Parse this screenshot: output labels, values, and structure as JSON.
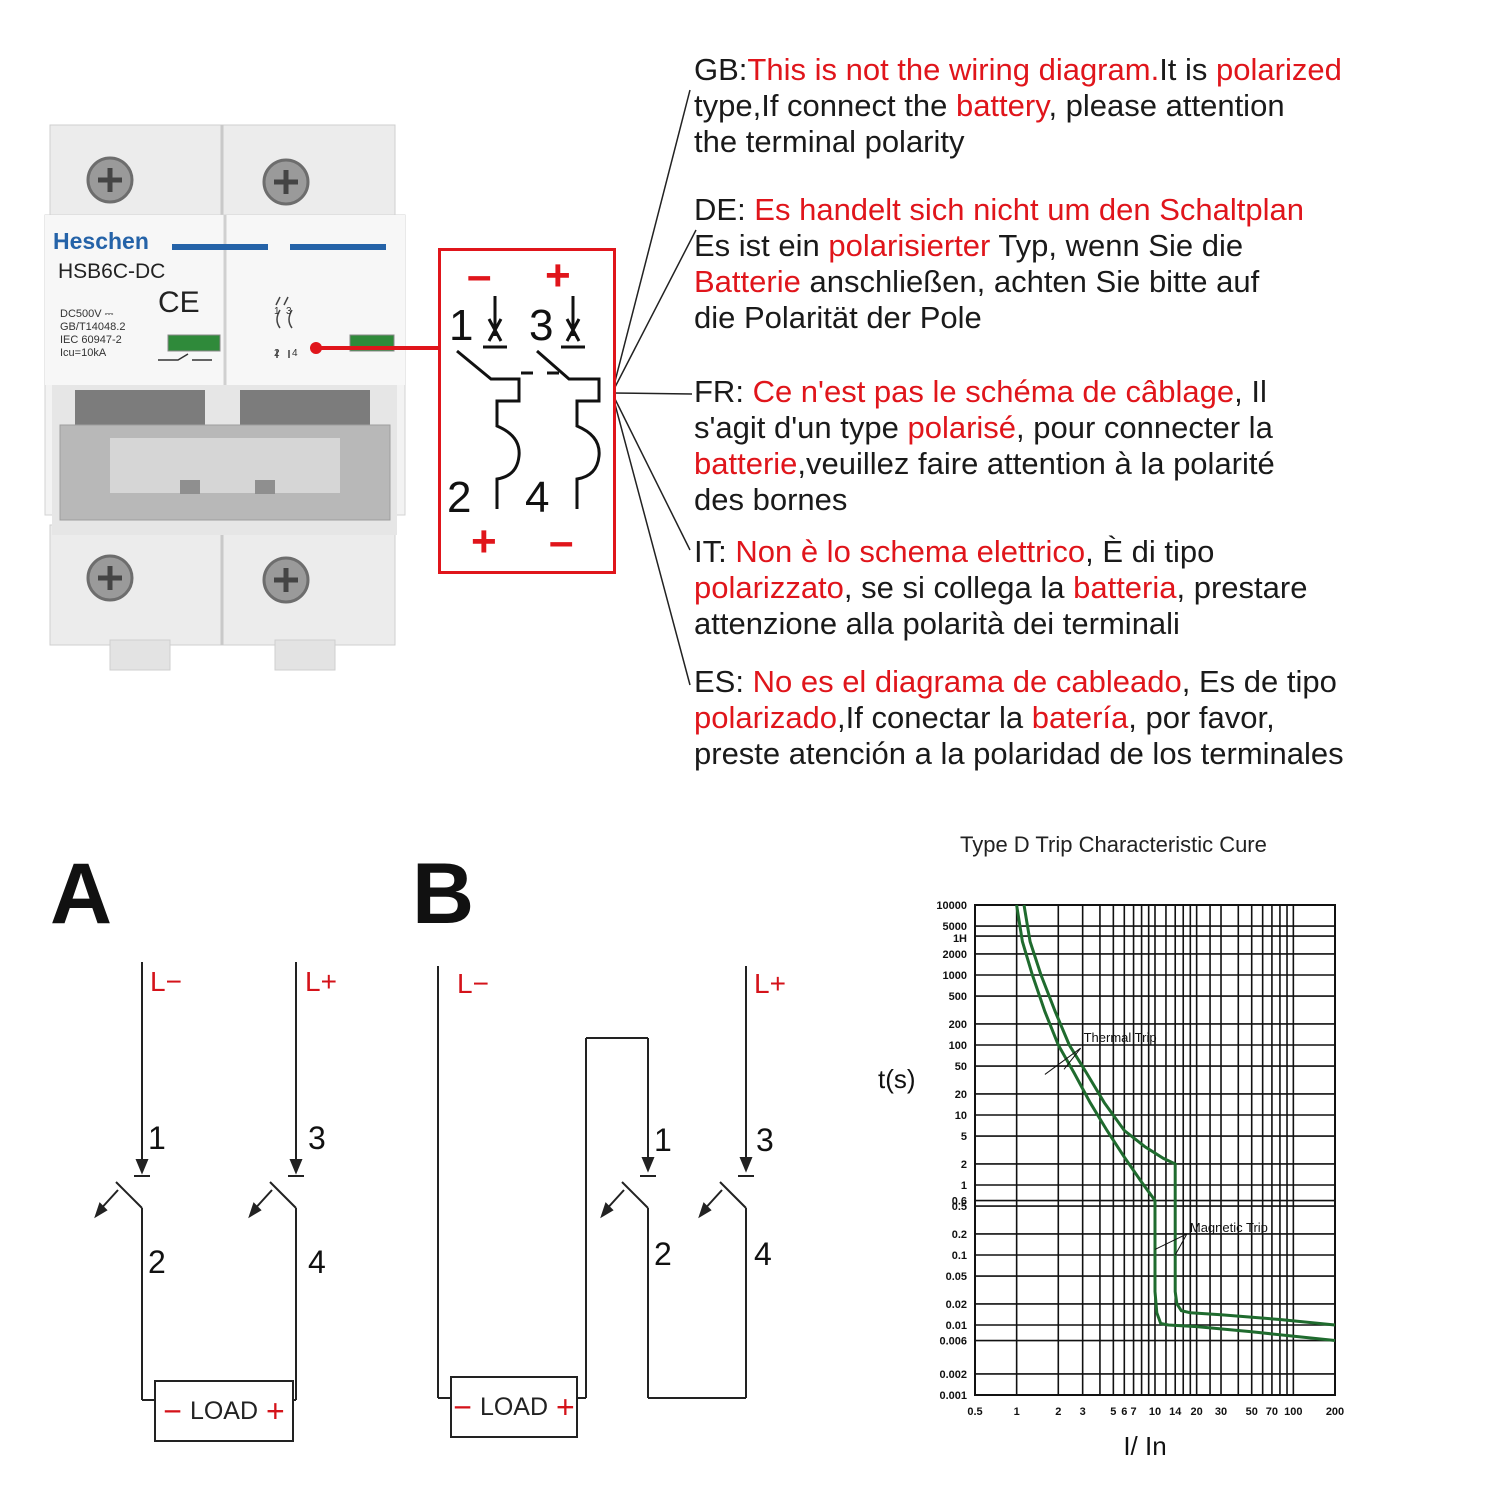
{
  "product": {
    "brand": "Heschen",
    "model": "HSB6C-DC",
    "ce_mark": "CE",
    "specs": [
      "DC500V ⎓",
      "GB/T14048.2",
      "IEC 60947-2",
      "Icu=10kA"
    ],
    "colors": {
      "brand_blue": "#2563a8",
      "red": "#e0151b",
      "indicator_green": "#2f8a3a"
    }
  },
  "polarity_box": {
    "top_left_sign": "–",
    "top_right_sign": "+",
    "top_left_num": "1",
    "top_right_num": "3",
    "bottom_left_num": "2",
    "bottom_right_num": "4",
    "bottom_left_sign": "+",
    "bottom_right_sign": "–"
  },
  "notes": [
    {
      "lang": "GB",
      "lines": [
        [
          [
            "GB:",
            "blk"
          ],
          [
            "This is not the wiring diagram.",
            "red"
          ],
          [
            "It is ",
            "blk"
          ],
          [
            "polarized",
            "red"
          ]
        ],
        [
          [
            " type,If connect the ",
            "blk"
          ],
          [
            "battery",
            "red"
          ],
          [
            ", please attention",
            "blk"
          ]
        ],
        [
          [
            "the terminal polarity",
            "blk"
          ]
        ]
      ]
    },
    {
      "lang": "DE",
      "lines": [
        [
          [
            "DE: ",
            "blk"
          ],
          [
            "Es handelt sich nicht um den Schaltplan",
            "red"
          ]
        ],
        [
          [
            "Es ist ein ",
            "blk"
          ],
          [
            "polarisierter",
            "red"
          ],
          [
            " Typ, wenn Sie die",
            "blk"
          ]
        ],
        [
          [
            "Batterie",
            "red"
          ],
          [
            " anschließen, achten Sie bitte auf",
            "blk"
          ]
        ],
        [
          [
            "die Polarität der Pole",
            "blk"
          ]
        ]
      ]
    },
    {
      "lang": "FR",
      "lines": [
        [
          [
            "FR: ",
            "blk"
          ],
          [
            "Ce n'est pas le schéma de câblage",
            "red"
          ],
          [
            ", Il",
            "blk"
          ]
        ],
        [
          [
            "s'agit d'un type ",
            "blk"
          ],
          [
            "polarisé",
            "red"
          ],
          [
            ", pour connecter la",
            "blk"
          ]
        ],
        [
          [
            "batterie",
            "red"
          ],
          [
            ",veuillez faire attention à la polarité",
            "blk"
          ]
        ],
        [
          [
            "des bornes",
            "blk"
          ]
        ]
      ]
    },
    {
      "lang": "IT",
      "lines": [
        [
          [
            "IT: ",
            "blk"
          ],
          [
            "Non è lo schema elettrico",
            "red"
          ],
          [
            ", È di tipo",
            "blk"
          ]
        ],
        [
          [
            "polarizzato",
            "red"
          ],
          [
            ", se si collega la ",
            "blk"
          ],
          [
            "batteria",
            "red"
          ],
          [
            ", prestare",
            "blk"
          ]
        ],
        [
          [
            "attenzione alla polarità dei terminali",
            "blk"
          ]
        ]
      ]
    },
    {
      "lang": "ES",
      "lines": [
        [
          [
            "ES: ",
            "blk"
          ],
          [
            "No es el diagrama de cableado",
            "red"
          ],
          [
            ", Es de tipo",
            "blk"
          ]
        ],
        [
          [
            "polarizado",
            "red"
          ],
          [
            ",If conectar la ",
            "blk"
          ],
          [
            "batería",
            "red"
          ],
          [
            ", por favor,",
            "blk"
          ]
        ],
        [
          [
            "preste atención a la polaridad de los terminales",
            "blk"
          ]
        ]
      ]
    }
  ],
  "wiring_a": {
    "letter": "A",
    "l_minus": "L−",
    "l_plus": "L+",
    "n1": "1",
    "n2": "2",
    "n3": "3",
    "n4": "4",
    "load_minus": "−",
    "load_text": "LOAD",
    "load_plus": "+"
  },
  "wiring_b": {
    "letter": "B",
    "l_minus": "L−",
    "l_plus": "L+",
    "n1": "1",
    "n2": "2",
    "n3": "3",
    "n4": "4",
    "load_minus": "−",
    "load_text": "LOAD",
    "load_plus": "+"
  },
  "chart_data": {
    "type": "line",
    "title": "Type D Trip Characteristic Cure",
    "xlabel": "I/ In",
    "ylabel": "t(s)",
    "x_scale": "log",
    "y_scale": "log",
    "xlim": [
      0.5,
      200
    ],
    "ylim": [
      0.001,
      10000
    ],
    "x_ticks": [
      "0.5",
      "1",
      "2",
      "3",
      "5",
      "6",
      "7",
      "10",
      "14",
      "20",
      "30",
      "50",
      "70",
      "100",
      "200"
    ],
    "x_tick_values": [
      0.5,
      1,
      2,
      3,
      5,
      6,
      7,
      10,
      14,
      20,
      30,
      50,
      70,
      100,
      200
    ],
    "y_ticks": [
      "10000",
      "5000",
      "1H",
      "2000",
      "1000",
      "500",
      "200",
      "100",
      "50",
      "20",
      "10",
      "5",
      "2",
      "1",
      "0.6",
      "0.5",
      "0.2",
      "0.1",
      "0.05",
      "0.02",
      "0.01",
      "0.006",
      "0.002",
      "0.001"
    ],
    "y_tick_values": [
      10000,
      5000,
      3600,
      2000,
      1000,
      500,
      200,
      100,
      50,
      20,
      10,
      5,
      2,
      1,
      0.6,
      0.5,
      0.2,
      0.1,
      0.05,
      0.02,
      0.01,
      0.006,
      0.002,
      0.001
    ],
    "grid": true,
    "line_color": "#1f6b2e",
    "annotations": [
      "Thermal Trip",
      "Magnetic Trip"
    ],
    "series": [
      {
        "x": [
          1.0,
          1.1,
          1.3,
          1.6,
          2.0,
          2.6,
          3.4,
          4.5,
          6.0,
          8.0,
          10,
          10,
          10.3,
          11,
          12.5,
          20,
          50,
          200
        ],
        "y": [
          10000,
          3000,
          1000,
          300,
          100,
          40,
          15,
          6,
          2.5,
          1.1,
          0.6,
          0.03,
          0.015,
          0.0105,
          0.01,
          0.0095,
          0.008,
          0.006
        ]
      },
      {
        "x": [
          1.13,
          1.25,
          1.5,
          1.9,
          2.4,
          3.2,
          4.3,
          6.0,
          8.5,
          11.5,
          14,
          14,
          14.4,
          15.5,
          18,
          30,
          80,
          200
        ],
        "y": [
          10000,
          3000,
          1000,
          300,
          100,
          40,
          15,
          6,
          3.5,
          2.4,
          2.0,
          0.03,
          0.02,
          0.016,
          0.015,
          0.014,
          0.012,
          0.01
        ]
      }
    ]
  }
}
